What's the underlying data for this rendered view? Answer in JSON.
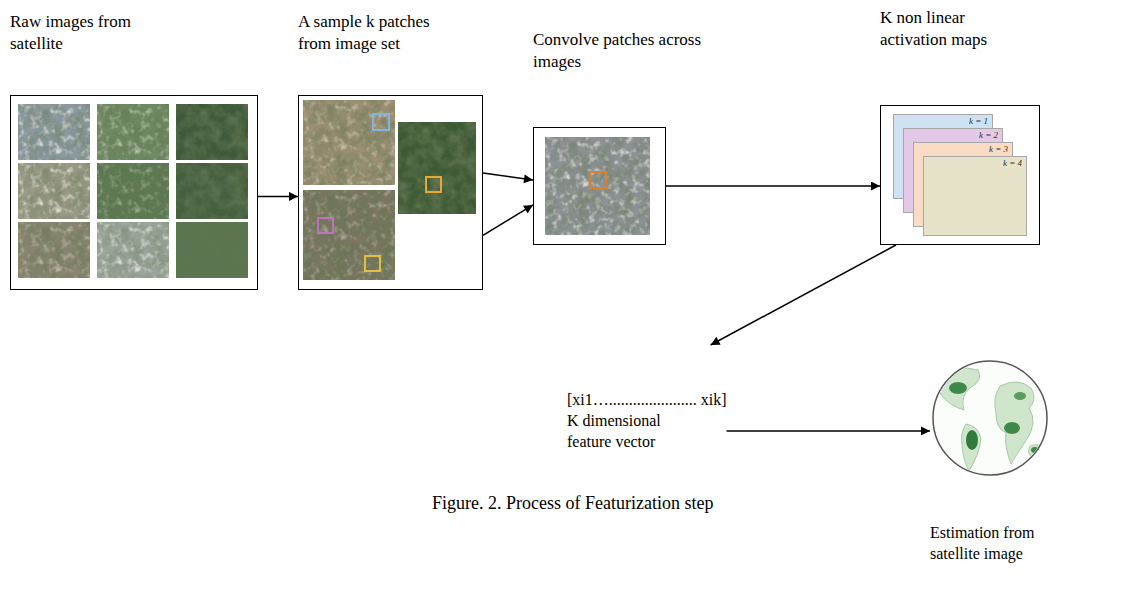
{
  "diagram": {
    "caption": "Figure. 2. Process of Featurization step",
    "nodes": [
      {
        "text": [
          "Raw images from satellite"
        ]
      },
      {
        "text": [
          "A sample k patches from image set"
        ]
      },
      {
        "text": [
          "Convolve patches across images"
        ]
      },
      {
        "text": [
          "K non linear activation maps"
        ]
      },
      {
        "text": [
          "k = 1"
        ],
        "in": 3
      },
      {
        "text": [
          "k = 2"
        ],
        "in": 3
      },
      {
        "text": [
          "k = 3"
        ],
        "in": 3
      },
      {
        "text": [
          "k = 4"
        ],
        "in": 3
      },
      {
        "text": [
          "[xi1…...................... xik]",
          "K dimensional feature vector"
        ]
      },
      {
        "text": [
          "Estimation from satellite image"
        ]
      }
    ],
    "edges": [
      {
        "from": 0,
        "to": 1,
        "arrow": "to"
      },
      {
        "from": 1,
        "to": 2,
        "arrow": "to"
      },
      {
        "from": 1,
        "to": 2,
        "arrow": "to"
      },
      {
        "from": 2,
        "to": 3,
        "arrow": "to"
      },
      {
        "from": 3,
        "to": 8,
        "arrow": "to"
      },
      {
        "from": 8,
        "to": 9,
        "arrow": "to"
      }
    ]
  }
}
